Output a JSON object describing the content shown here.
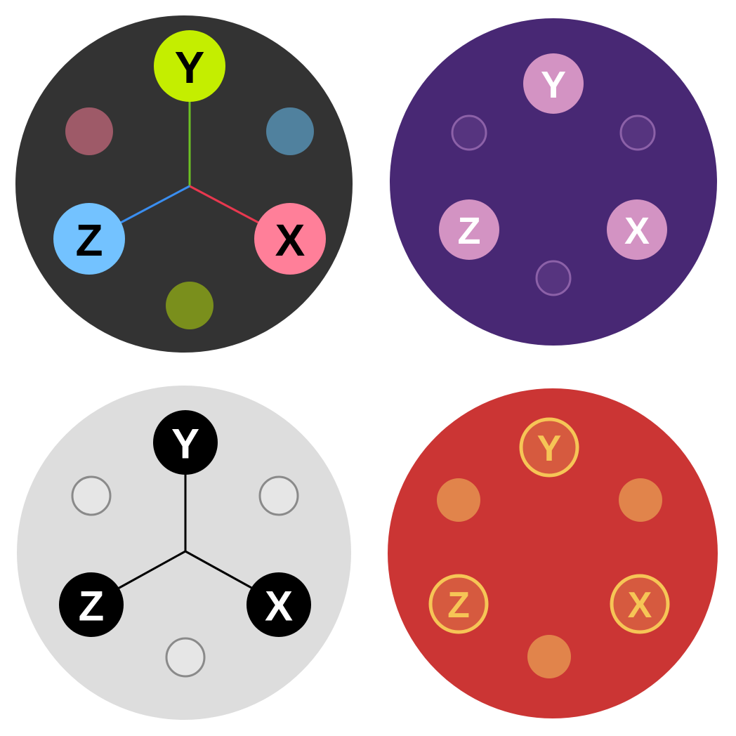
{
  "gizmos": [
    {
      "name": "default",
      "colors": {
        "background": "#333333",
        "x": "#ff7f99",
        "y": "#c4ee00",
        "z": "#73c2ff",
        "x_line": "#e8384f",
        "y_line": "#6cc223",
        "z_line": "#3a8ef0",
        "neg_x": "#9e5a68",
        "neg_y": "#7a8f1c",
        "neg_z": "#50819e",
        "label": "#000000"
      },
      "labels": {
        "x": "X",
        "y": "Y",
        "z": "Z"
      }
    },
    {
      "name": "purple",
      "colors": {
        "background": "#482874",
        "x": "#d393c3",
        "y": "#d393c3",
        "z": "#d393c3",
        "neg_fill": "#56347f",
        "neg_stroke": "#8c61a8",
        "label": "#ffffff"
      },
      "labels": {
        "x": "X",
        "y": "Y",
        "z": "Z"
      }
    },
    {
      "name": "light",
      "colors": {
        "background": "#dddddd",
        "x": "#000000",
        "y": "#000000",
        "z": "#000000",
        "line": "#000000",
        "neg_fill": "#e6e6e6",
        "neg_stroke": "#8a8a8a",
        "label": "#ffffff"
      },
      "labels": {
        "x": "X",
        "y": "Y",
        "z": "Z"
      }
    },
    {
      "name": "red",
      "colors": {
        "background": "#cb3534",
        "x": "#d65a3f",
        "y": "#d65a3f",
        "z": "#d65a3f",
        "ring": "#f6c556",
        "neg_fill": "#e1844b",
        "label": "#f6c556"
      },
      "labels": {
        "x": "X",
        "y": "Y",
        "z": "Z"
      }
    }
  ]
}
